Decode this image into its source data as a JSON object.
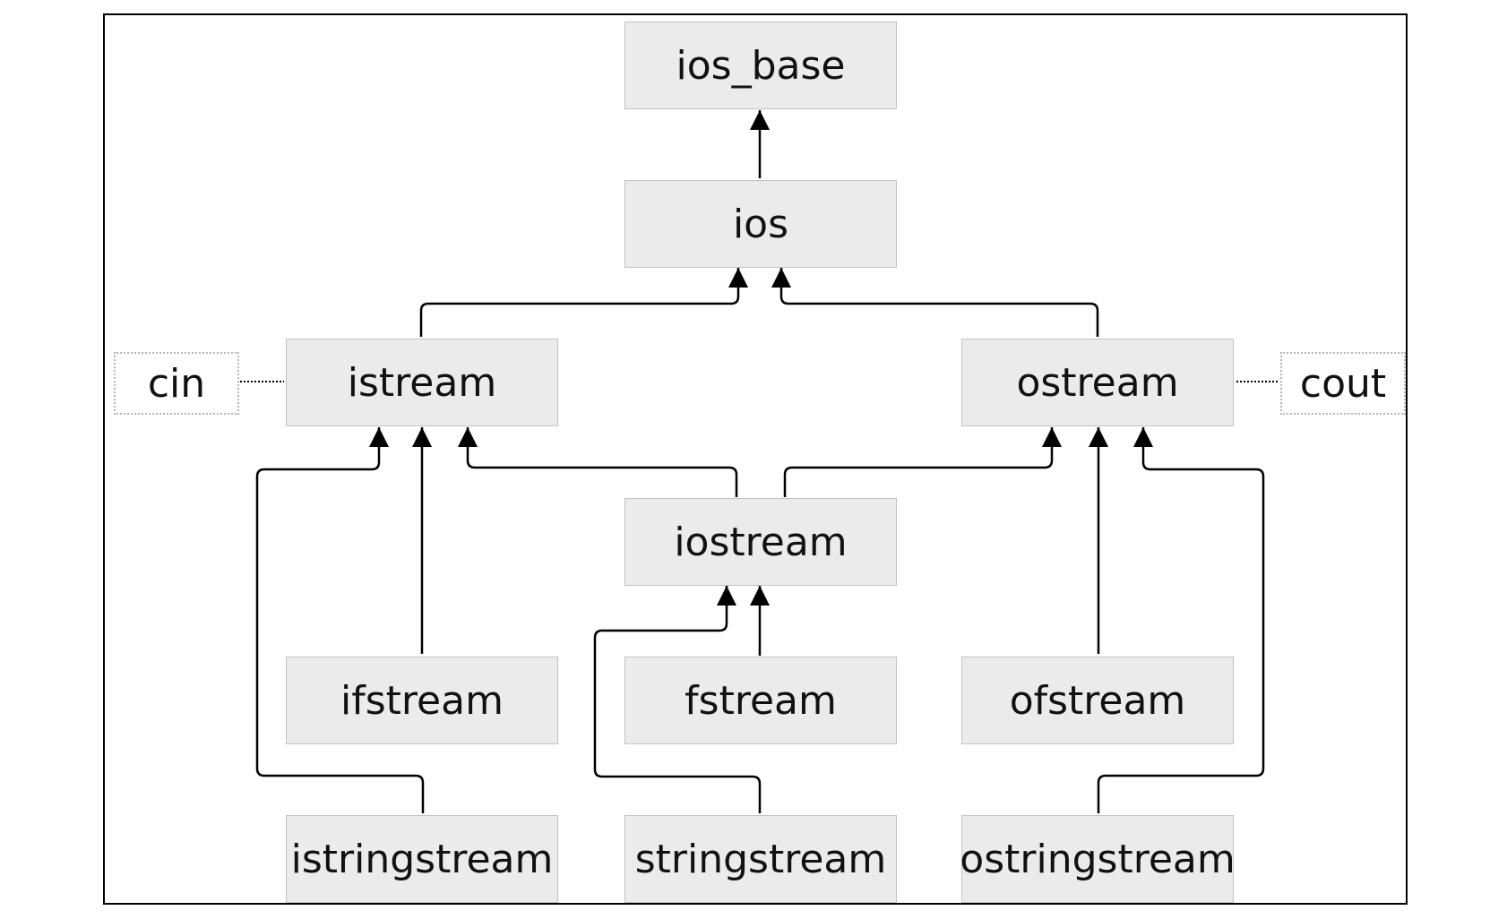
{
  "classes": {
    "ios_base": "ios_base",
    "ios": "ios",
    "istream": "istream",
    "ostream": "ostream",
    "iostream": "iostream",
    "ifstream": "ifstream",
    "fstream": "fstream",
    "ofstream": "ofstream",
    "istringstream": "istringstream",
    "stringstream": "stringstream",
    "ostringstream": "ostringstream"
  },
  "objects": {
    "cin": "cin",
    "cout": "cout"
  },
  "inheritance": [
    {
      "from": "ios",
      "to": "ios_base"
    },
    {
      "from": "istream",
      "to": "ios"
    },
    {
      "from": "ostream",
      "to": "ios"
    },
    {
      "from": "iostream",
      "to": "istream"
    },
    {
      "from": "iostream",
      "to": "ostream"
    },
    {
      "from": "ifstream",
      "to": "istream"
    },
    {
      "from": "istringstream",
      "to": "istream"
    },
    {
      "from": "fstream",
      "to": "iostream"
    },
    {
      "from": "stringstream",
      "to": "iostream"
    },
    {
      "from": "ofstream",
      "to": "ostream"
    },
    {
      "from": "ostringstream",
      "to": "ostream"
    }
  ],
  "instances": [
    {
      "object": "cin",
      "class": "istream"
    },
    {
      "object": "cout",
      "class": "ostream"
    }
  ]
}
